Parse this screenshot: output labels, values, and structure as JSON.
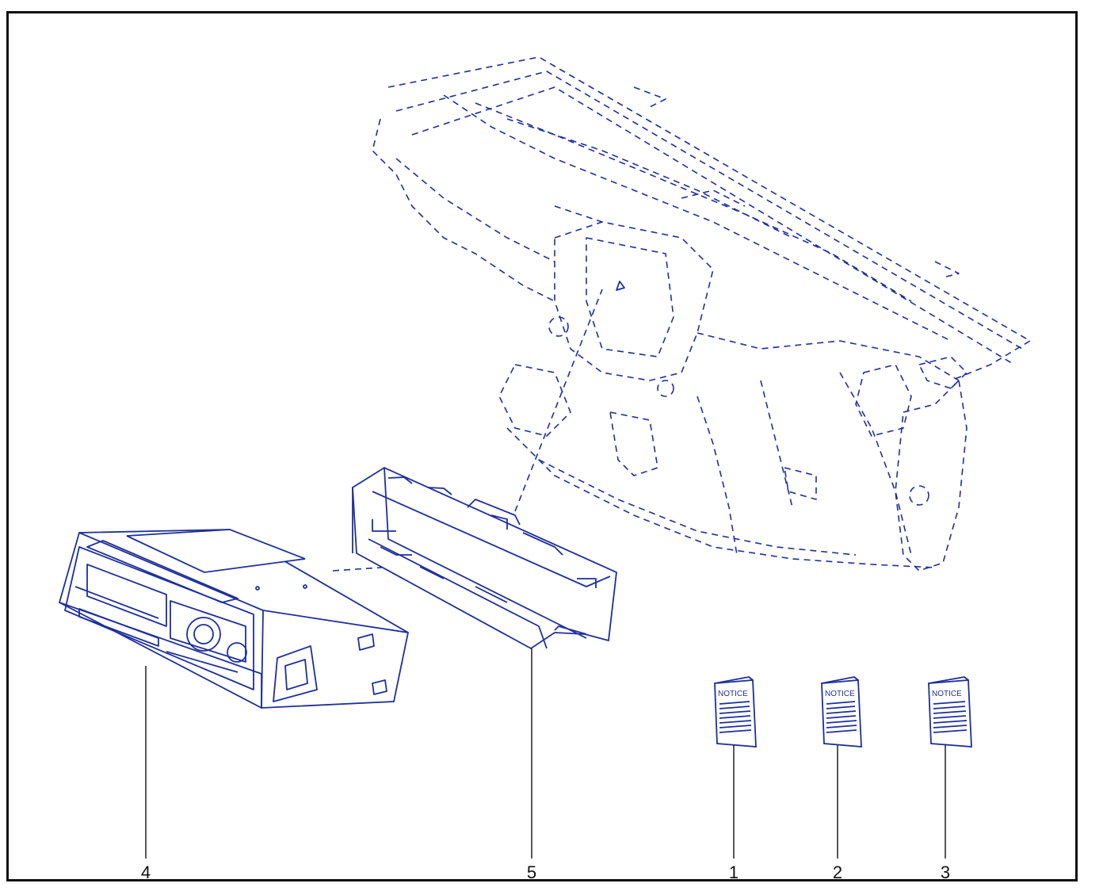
{
  "colors": {
    "line": "#1e2f9b",
    "frame": "#111111",
    "background": "#ffffff"
  },
  "callouts": [
    {
      "id": "4",
      "label": "4"
    },
    {
      "id": "5",
      "label": "5"
    },
    {
      "id": "1",
      "label": "1"
    },
    {
      "id": "2",
      "label": "2"
    },
    {
      "id": "3",
      "label": "3"
    }
  ],
  "booklets": [
    {
      "text": "NOTICE"
    },
    {
      "text": "NOTICE"
    },
    {
      "text": "NOTICE"
    }
  ]
}
